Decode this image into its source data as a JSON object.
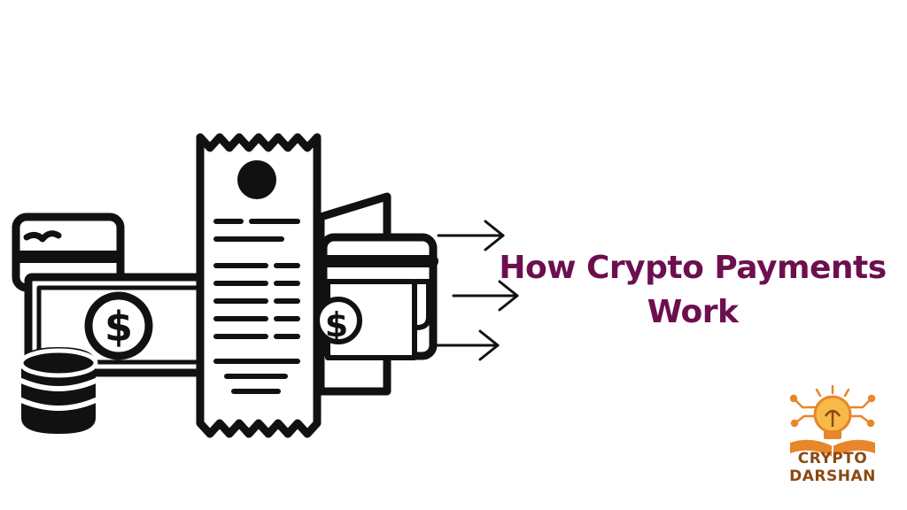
{
  "title": {
    "line1": "How Crypto Payments",
    "line2": "Work"
  },
  "brand": {
    "line1": "CRYPTO",
    "line2": "DARSHAN"
  },
  "colors": {
    "title": "#6d0f4f",
    "brand_orange": "#e8862a",
    "brand_text": "#8a4a12",
    "ink": "#111111"
  },
  "icons": [
    "credit-card-icon",
    "banknote-icon",
    "coin-stack-icon",
    "receipt-icon",
    "wallet-icon",
    "arrow-right-icon",
    "lightbulb-book-logo"
  ]
}
